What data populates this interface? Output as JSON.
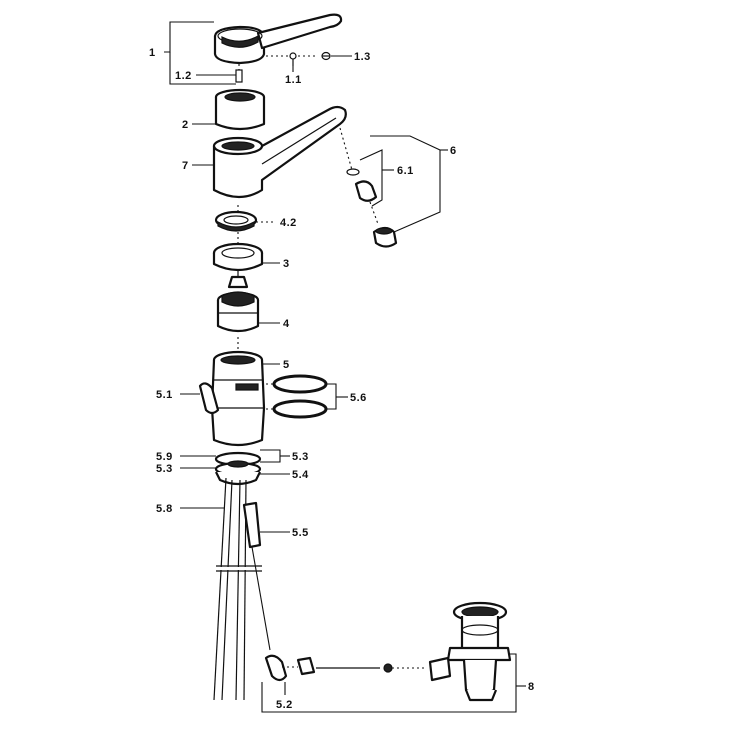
{
  "labels": {
    "l1": "1",
    "l1_1": "1.1",
    "l1_2": "1.2",
    "l1_3": "1.3",
    "l2": "2",
    "l3": "3",
    "l4": "4",
    "l4_2": "4.2",
    "l5": "5",
    "l5_1": "5.1",
    "l5_2": "5.2",
    "l5_3a": "5.3",
    "l5_3b": "5.3",
    "l5_4": "5.4",
    "l5_5": "5.5",
    "l5_6": "5.6",
    "l5_8": "5.8",
    "l5_9": "5.9",
    "l6": "6",
    "l6_1": "6.1",
    "l7": "7",
    "l8": "8"
  }
}
